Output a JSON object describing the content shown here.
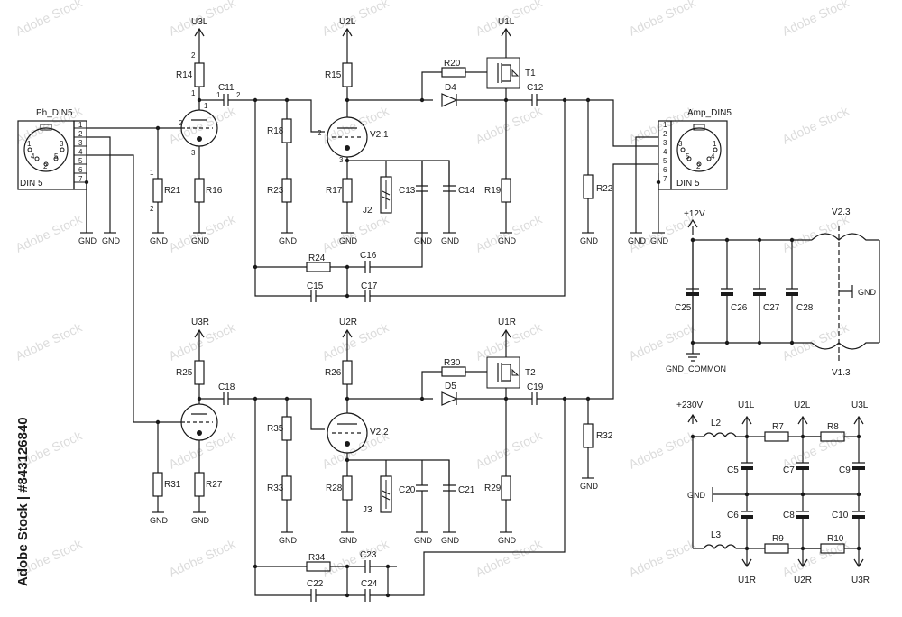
{
  "colors": {
    "ink": "#1a1a1a",
    "background": "#ffffff",
    "watermark": "#dcdcdc"
  },
  "watermark": {
    "text": "Adobe Stock"
  },
  "side_label": "Adobe Stock | #843126840",
  "connectors": {
    "phono": {
      "name": "Ph_DIN5",
      "type": "DIN 5",
      "pins": [
        "1",
        "2",
        "3",
        "4",
        "5",
        "6",
        "7"
      ]
    },
    "amp": {
      "name": "Amp_DIN5",
      "type": "DIN 5",
      "pins": [
        "1",
        "2",
        "3",
        "4",
        "5",
        "6",
        "7"
      ]
    }
  },
  "rails": {
    "u3l": "U3L",
    "u2l": "U2L",
    "u1l": "U1L",
    "u3r": "U3R",
    "u2r": "U2R",
    "u1r": "U1R",
    "p12": "+12V",
    "p230": "+230V",
    "gnd": "GND",
    "gnd_common": "GND_COMMON"
  },
  "tubes": {
    "v21": "V2.1",
    "v22": "V2.2",
    "v23": "V2.3",
    "v13": "V1.3"
  },
  "components": {
    "R14": "R14",
    "R15": "R15",
    "R16": "R16",
    "R17": "R17",
    "R18": "R18",
    "R19": "R19",
    "R20": "R20",
    "R21": "R21",
    "R22": "R22",
    "R23": "R23",
    "R24": "R24",
    "R25": "R25",
    "R26": "R26",
    "R27": "R27",
    "R28": "R28",
    "R29": "R29",
    "R30": "R30",
    "R31": "R31",
    "R32": "R32",
    "R33": "R33",
    "R34": "R34",
    "R35": "R35",
    "R7": "R7",
    "R8": "R8",
    "R9": "R9",
    "R10": "R10",
    "C5": "C5",
    "C6": "C6",
    "C7": "C7",
    "C8": "C8",
    "C9": "C9",
    "C10": "C10",
    "C11": "C11",
    "C12": "C12",
    "C13": "C13",
    "C14": "C14",
    "C15": "C15",
    "C16": "C16",
    "C17": "C17",
    "C18": "C18",
    "C19": "C19",
    "C20": "C20",
    "C21": "C21",
    "C22": "C22",
    "C23": "C23",
    "C24": "C24",
    "C25": "C25",
    "C26": "C26",
    "C27": "C27",
    "C28": "C28",
    "D4": "D4",
    "D5": "D5",
    "T1": "T1",
    "T2": "T2",
    "J2": "J2",
    "J3": "J3",
    "L2": "L2",
    "L3": "L3"
  }
}
